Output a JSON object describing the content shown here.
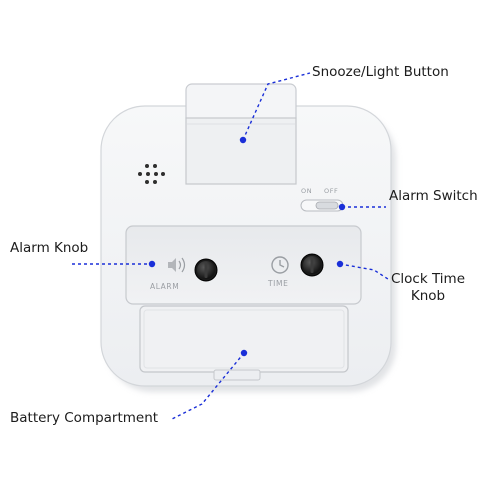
{
  "callouts": {
    "snooze_light": "Snooze/Light Button",
    "alarm_switch": "Alarm Switch",
    "alarm_knob": "Alarm Knob",
    "clock_time_line1": "Clock Time",
    "clock_time_line2": "Knob",
    "battery": "Battery Compartment"
  },
  "device_markings": {
    "switch_on": "ON",
    "switch_off": "OFF",
    "alarm": "ALARM",
    "time": "TIME"
  },
  "colors": {
    "leader_line": "#1a2fd8",
    "body": "#f2f3f5"
  }
}
